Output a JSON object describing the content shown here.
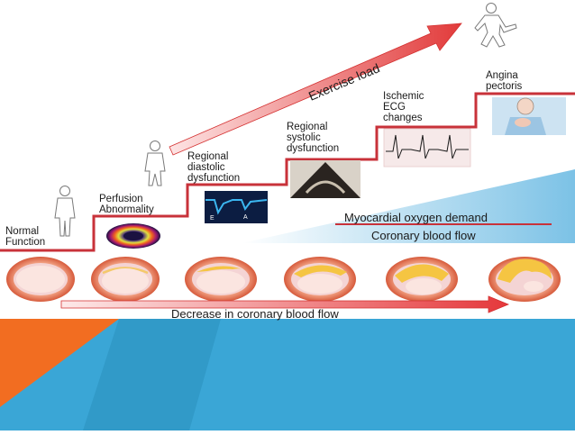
{
  "stages": [
    {
      "id": "normal",
      "label": "Normal\nFunction"
    },
    {
      "id": "perfusion",
      "label": "Perfusion\nAbnormality"
    },
    {
      "id": "diastolic",
      "label": "Regional\ndiastolic\ndysfunction"
    },
    {
      "id": "systolic",
      "label": "Regional\nsystolic\ndysfunction"
    },
    {
      "id": "ecg",
      "label": "Ischemic\nECG\nchanges"
    },
    {
      "id": "angina",
      "label": "Angina\npectoris"
    }
  ],
  "arrows": {
    "exercise_load": "Exercise load",
    "coronary_decrease": "Decrease in coronary blood flow"
  },
  "demand_supply": {
    "demand": "Myocardial oxygen demand",
    "supply": "Coronary blood flow"
  },
  "echo_letters": {
    "e": "E",
    "a": "A"
  },
  "colors": {
    "staircase": "#c8323a",
    "arrow": "#e23b3b",
    "blue_band": "#3aa6d6",
    "orange_corner": "#f26d21",
    "vessel_outer": "#e8866a",
    "vessel_lumen": "#fbe5e0",
    "plaque": "#f5c542"
  }
}
